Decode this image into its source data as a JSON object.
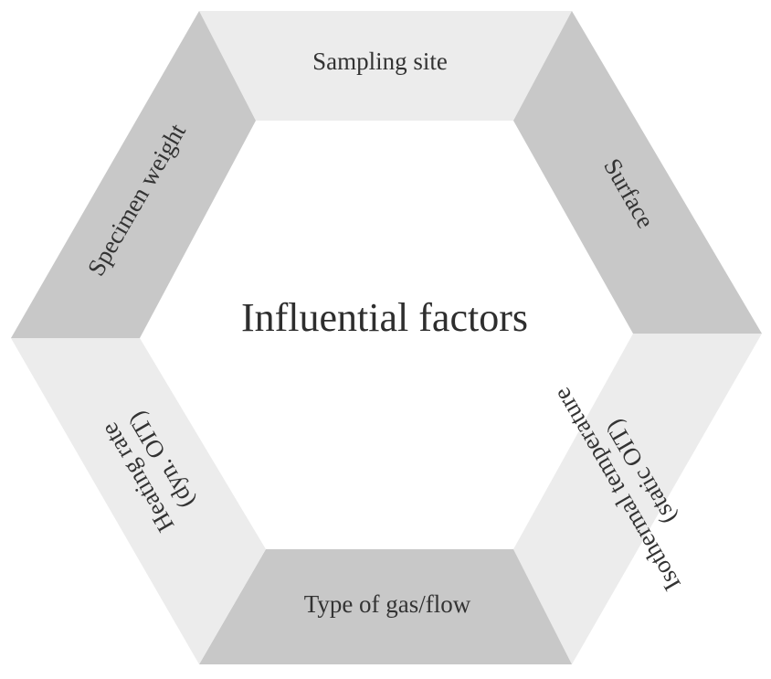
{
  "center": {
    "title": "Influential factors"
  },
  "segments": [
    {
      "name": "sampling-site",
      "lines": [
        "Sampling site"
      ]
    },
    {
      "name": "surface",
      "lines": [
        "Surface"
      ]
    },
    {
      "name": "isothermal-temperature",
      "lines": [
        "Isothermal temperature",
        "(static OIT)"
      ]
    },
    {
      "name": "type-of-gas-flow",
      "lines": [
        "Type of gas/flow"
      ]
    },
    {
      "name": "heating-rate",
      "lines": [
        "Heating rate",
        "(dyn. OIT)"
      ]
    },
    {
      "name": "specimen-weight",
      "lines": [
        "Specimen weight"
      ]
    }
  ],
  "colors": {
    "light_segment": "#ececec",
    "dark_segment": "#c8c8c8",
    "text": "#333333"
  }
}
